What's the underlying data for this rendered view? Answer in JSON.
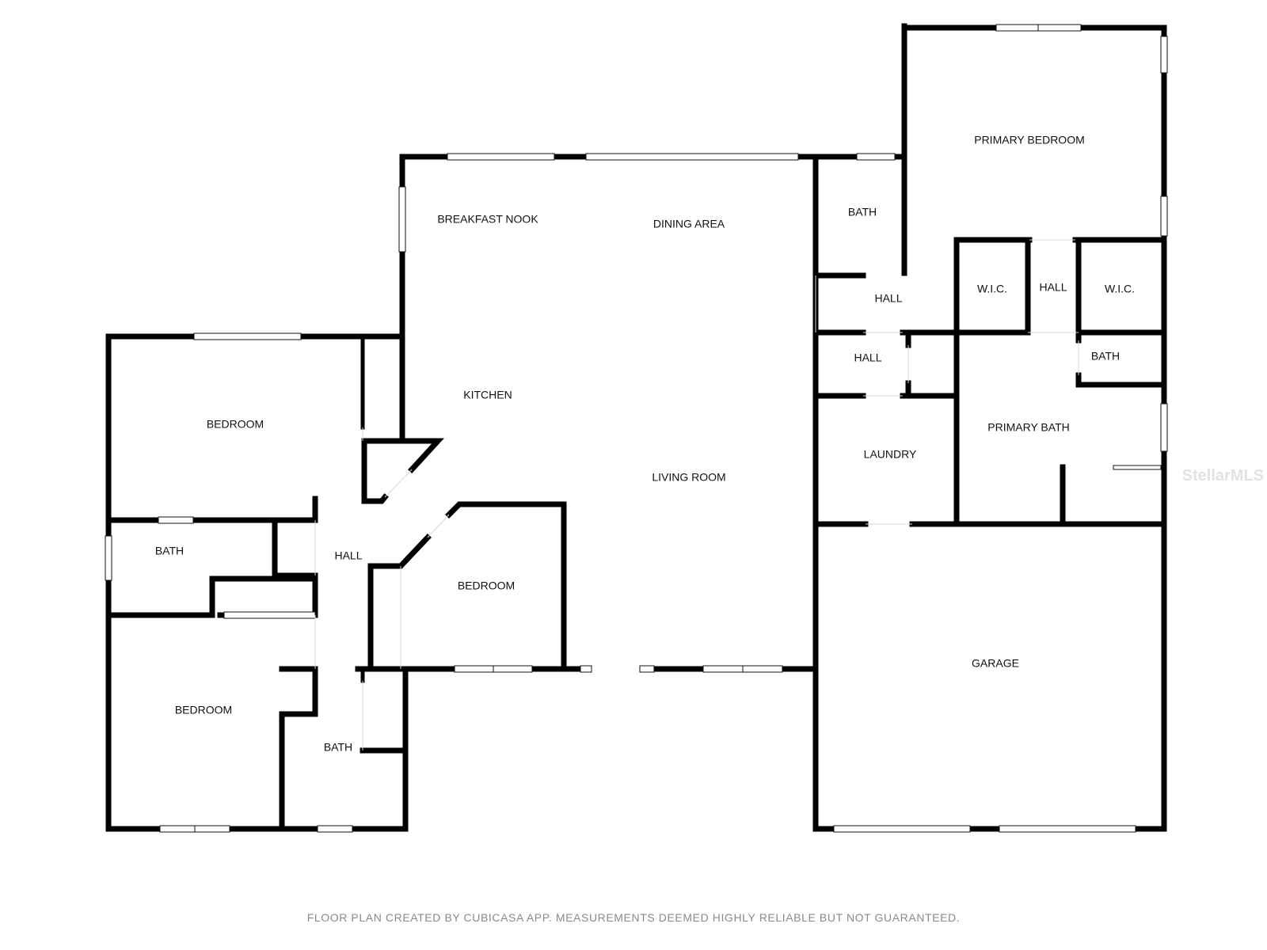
{
  "floor_plan": {
    "rooms": {
      "breakfast_nook": "BREAKFAST NOOK",
      "dining_area": "DINING AREA",
      "kitchen": "KITCHEN",
      "living_room": "LIVING ROOM",
      "bedroom_1": "BEDROOM",
      "bath_1": "BATH",
      "hall_1": "HALL",
      "bedroom_2": "BEDROOM",
      "bath_2": "BATH",
      "bedroom_3": "BEDROOM",
      "bath_3": "BATH",
      "hall_2": "HALL",
      "hall_3": "HALL",
      "laundry": "LAUNDRY",
      "primary_bedroom": "PRIMARY BEDROOM",
      "wic_1": "W.I.C.",
      "hall_4": "HALL",
      "wic_2": "W.I.C.",
      "bath_4": "BATH",
      "primary_bath": "PRIMARY BATH",
      "garage": "GARAGE"
    }
  },
  "footer": {
    "disclaimer": "FLOOR PLAN CREATED BY CUBICASA APP. MEASUREMENTS DEEMED HIGHLY RELIABLE BUT NOT GUARANTEED."
  },
  "watermark": {
    "text": "StellarMLS"
  },
  "colors": {
    "wall": "#000000",
    "label": "#111111",
    "footer_text": "#8a8a8a",
    "watermark": "#e2e2e2"
  }
}
